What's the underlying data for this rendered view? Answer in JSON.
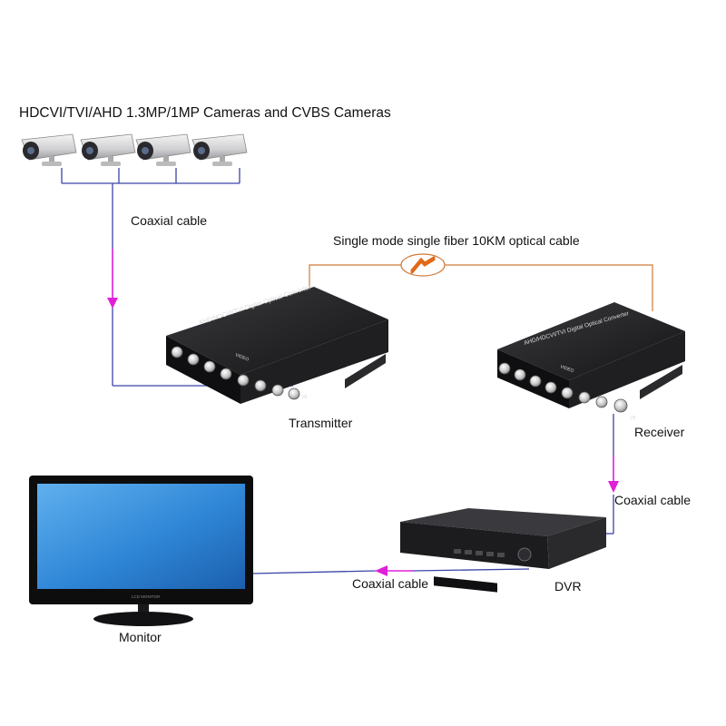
{
  "title": "HDCVI/TVI/AHD 1.3MP/1MP Cameras and CVBS Cameras",
  "labels": {
    "coax_cameras": "Coaxial cable",
    "fiber": "Single mode single fiber 10KM optical cable",
    "transmitter": "Transmitter",
    "receiver": "Receiver",
    "coax_receiver_dvr": "Coaxial cable",
    "dvr": "DVR",
    "coax_dvr_monitor": "Coaxial cable",
    "monitor": "Monitor"
  },
  "device_text": {
    "converter_model": "AHD/HDCVI/TVI Digital Optical Converter",
    "video_label": "VIDEO",
    "v8_label": "V8",
    "monitor_brand": "LCD MONITOR"
  },
  "colors": {
    "coax_line": "#3b43a8",
    "arrow": "#e020d8",
    "fiber_line": "#d07a3a",
    "device_body": "#1c1c1e",
    "screen": "#2f86d6"
  }
}
